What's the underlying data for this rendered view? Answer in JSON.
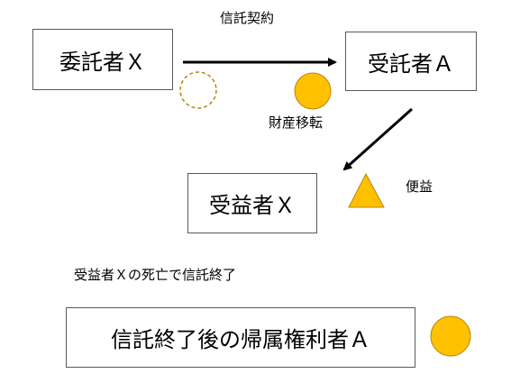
{
  "nodes": {
    "settlor": "委託者Ｘ",
    "trustee": "受託者Ａ",
    "beneficiary": "受益者Ｘ",
    "final_owner": "信託終了後の帰属権利者Ａ"
  },
  "labels": {
    "contract": "信託契約",
    "transfer": "財産移転",
    "benefit": "便益",
    "termination_note": "受益者Ｘの死亡で信託終了"
  },
  "colors": {
    "gold_fill": "#ffc000",
    "gold_stroke": "#b8860b",
    "dashed_stroke": "#b8860b",
    "box_border": "#595959",
    "arrow": "#000000"
  },
  "icons": {
    "dashed_circle": "empty-property-circle",
    "gold_circle": "property-circle",
    "triangle": "benefit-triangle",
    "final_circle": "final-property-circle"
  }
}
